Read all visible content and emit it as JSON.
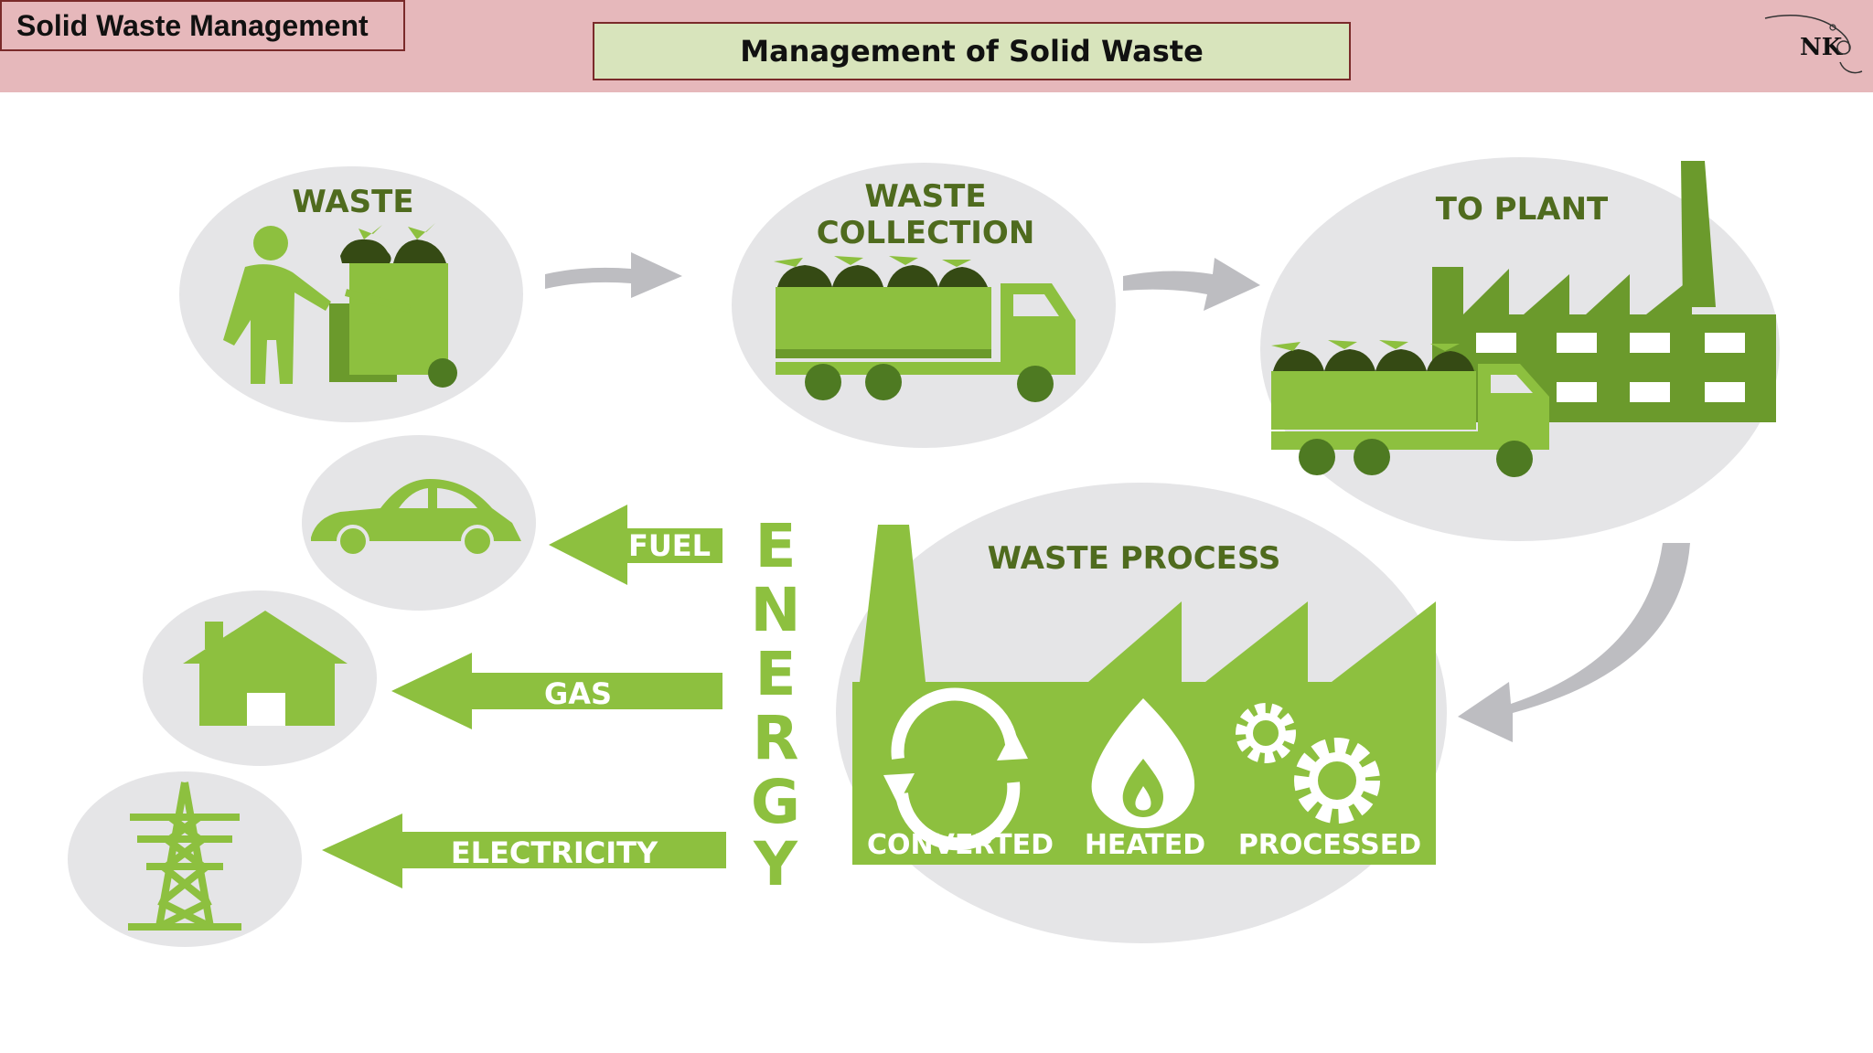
{
  "header": {
    "left_title": "Solid Waste Management",
    "center_title": "Management of Solid Waste",
    "logo_text": "NK"
  },
  "diagram": {
    "stages": [
      "WASTE",
      "WASTE",
      "COLLECTION",
      "TO PLANT",
      "WASTE PROCESS"
    ],
    "process_steps": [
      "CONVERTED",
      "HEATED",
      "PROCESSED"
    ],
    "energy_letters": [
      "E",
      "N",
      "E",
      "R",
      "G",
      "Y"
    ],
    "outputs": [
      "FUEL",
      "GAS",
      "ELECTRICITY"
    ]
  },
  "colors": {
    "green": "#8dc03f",
    "dark_green": "#6b9a2c",
    "circle_gray": "#e5e5e7",
    "arrow_gray": "#bdbdc1",
    "label_dark": "#4f6b1e",
    "header_pink": "#e6b8bb",
    "header_box": "#d8e4bc"
  }
}
